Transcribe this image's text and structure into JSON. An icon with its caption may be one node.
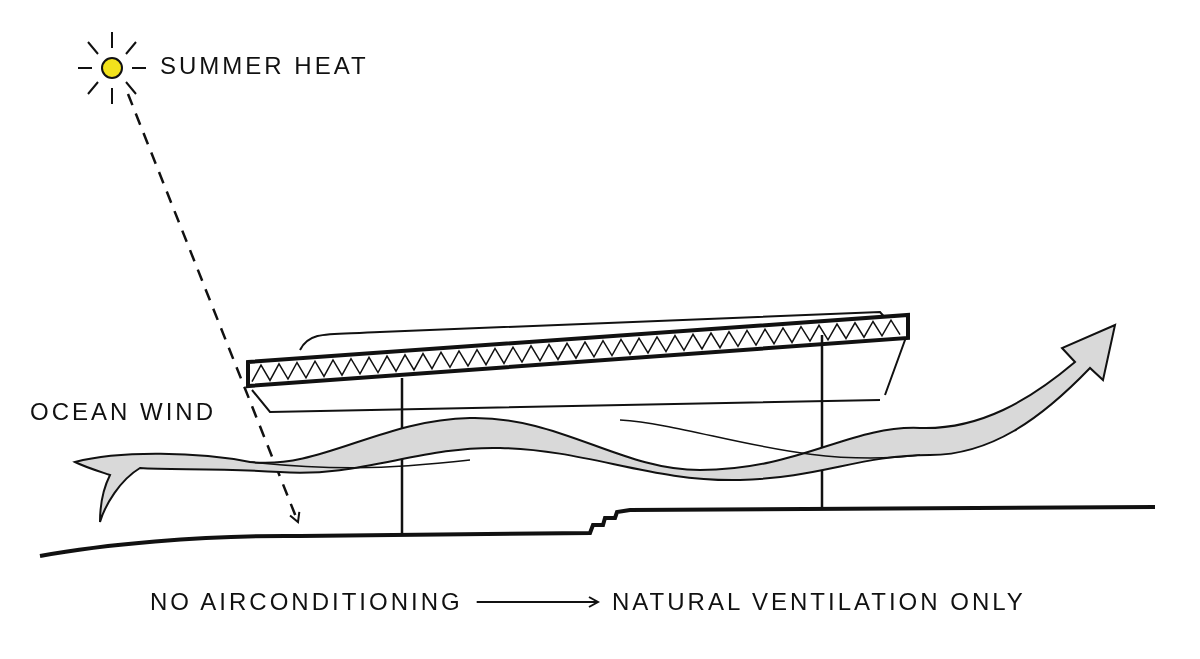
{
  "diagram": {
    "nodes": [
      {
        "text": [
          "NO AIRCONDITIONING"
        ]
      },
      {
        "text": [
          "NATURAL VENTILATION ONLY"
        ]
      }
    ],
    "edges": [
      {
        "from": 0,
        "to": 1,
        "arrow": "to"
      }
    ],
    "labels": [
      "SUMMER HEAT",
      "OCEAN WIND"
    ]
  }
}
